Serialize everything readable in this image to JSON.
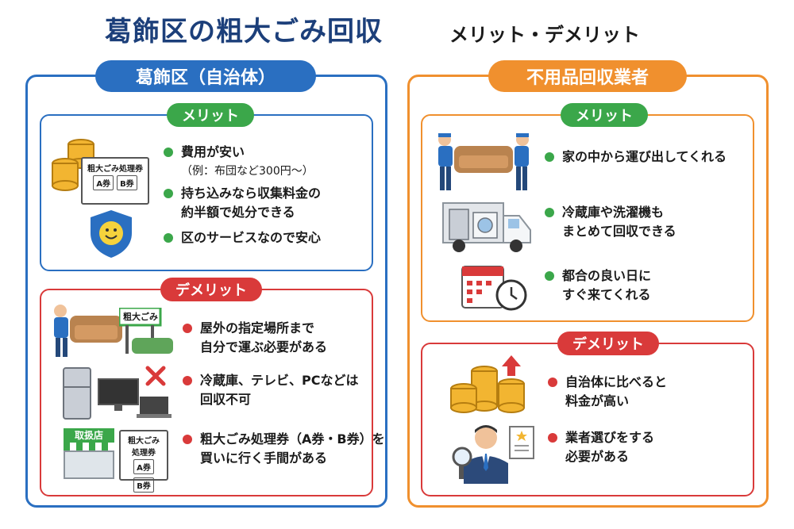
{
  "header": {
    "title": "葛飾区の粗大ごみ回収",
    "subtitle": "メリット・デメリット"
  },
  "left": {
    "heading": "葛飾区（自治体）",
    "merit_label": "メリット",
    "demerit_label": "デメリット",
    "merits": [
      {
        "line1": "費用が安い",
        "line2": "（例：布団など300円〜）"
      },
      {
        "line1": "持ち込みなら収集料金の",
        "line2": "約半額で処分できる"
      },
      {
        "line1": "区のサービスなので安心",
        "line2": ""
      }
    ],
    "demerits": [
      {
        "line1": "屋外の指定場所まで",
        "line2": "自分で運ぶ必要がある"
      },
      {
        "line1": "冷蔵庫、テレビ、PCなどは",
        "line2": "回収不可"
      },
      {
        "line1": "粗大ごみ処理券（A券・B券）を",
        "line2": "買いに行く手間がある"
      }
    ],
    "ticket": {
      "title": "粗大ごみ処理券",
      "a": "A券",
      "b": "B券"
    },
    "sign_text": "粗大ごみ",
    "shop_sign": "取扱店",
    "ticket2": {
      "title1": "粗大ごみ",
      "title2": "処理券",
      "a": "A券",
      "b": "B券"
    }
  },
  "right": {
    "heading": "不用品回収業者",
    "merit_label": "メリット",
    "demerit_label": "デメリット",
    "merits": [
      {
        "line1": "家の中から運び出してくれる",
        "line2": ""
      },
      {
        "line1": "冷蔵庫や洗濯機も",
        "line2": "まとめて回収できる"
      },
      {
        "line1": "都合の良い日に",
        "line2": "すぐ来てくれる"
      }
    ],
    "demerits": [
      {
        "line1": "自治体に比べると",
        "line2": "料金が高い"
      },
      {
        "line1": "業者選びをする",
        "line2": "必要がある"
      }
    ]
  },
  "colors": {
    "navy": "#1c3f7a",
    "blue": "#2a6fc1",
    "orange": "#f0902e",
    "green": "#3ba74a",
    "red": "#d93a3a"
  },
  "icons": [
    "coins-icon",
    "ticket-icon",
    "shield-smile-icon",
    "carry-sofa-icon",
    "sign-icon",
    "fridge-icon",
    "tv-icon",
    "laptop-icon",
    "cross-icon",
    "shop-icon",
    "movers-icon",
    "truck-icon",
    "calendar-icon",
    "clock-icon",
    "arrow-up-icon",
    "businessman-icon",
    "magnifier-icon",
    "document-icon"
  ]
}
